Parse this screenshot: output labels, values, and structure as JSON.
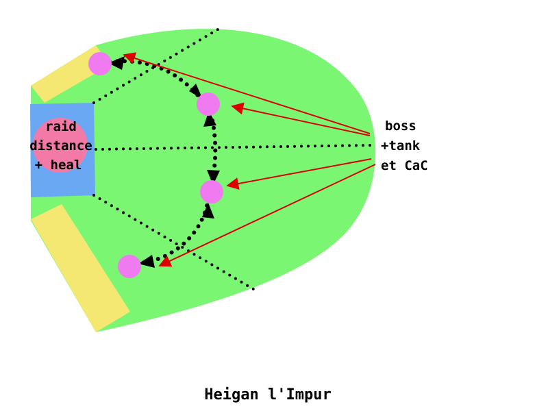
{
  "raid_label": {
    "line1": "raid",
    "line2": "distance",
    "line3": "+ heal"
  },
  "boss_label": {
    "line1": "boss",
    "line2": "+tank",
    "line3": "et CaC"
  },
  "title": "Heigan l'Impur",
  "colors": {
    "floor": "#7af672",
    "safe_zone": "#f4e872",
    "raid_area": "#6aa8f3",
    "raid_circle": "#f37aa6",
    "boss_marker": "#f07af0",
    "arrow": "#dd0000",
    "path": "#000000"
  }
}
